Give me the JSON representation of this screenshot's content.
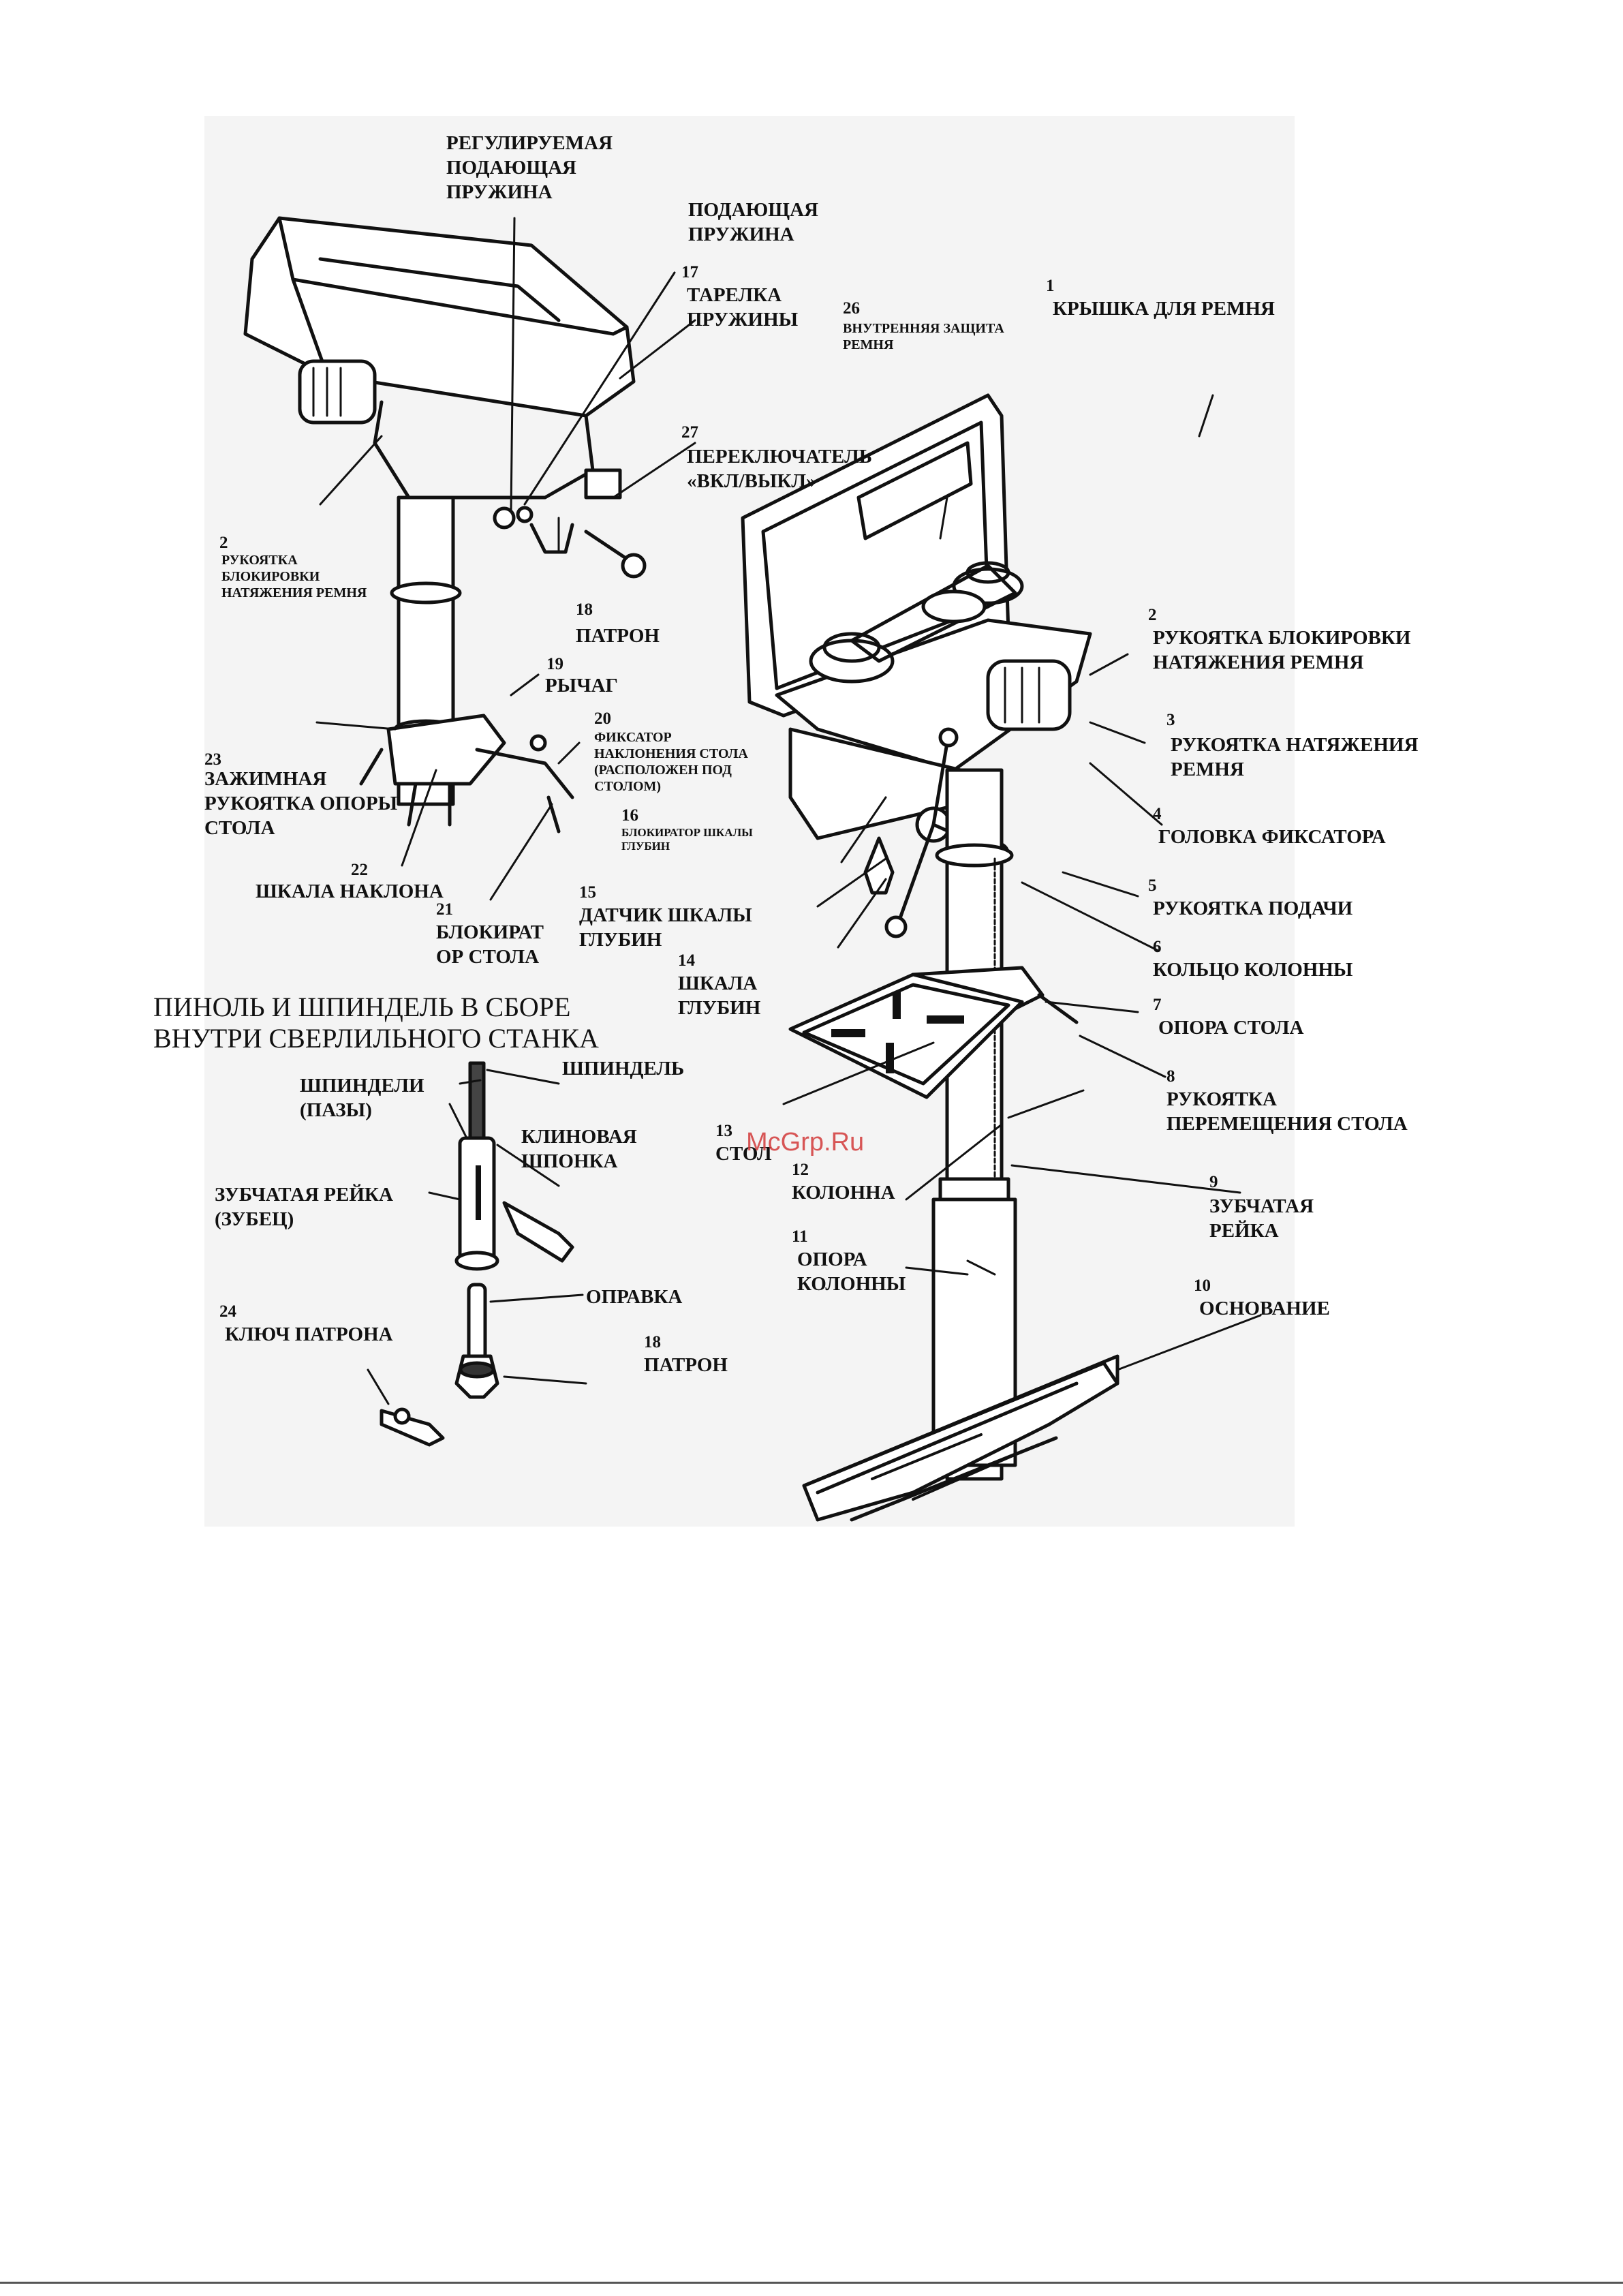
{
  "watermark": "McGrp.Ru",
  "subassembly_title": "ПИНОЛЬ И ШПИНДЕЛЬ В СБОРЕ\nВНУТРИ СВЕРЛИЛЬНОГО СТАНКА",
  "labels": {
    "adjustable_feed_spring": "РЕГУЛИРУЕМАЯ\nПОДАЮЩАЯ\nПРУЖИНА",
    "feed_spring": "ПОДАЮЩАЯ\nПРУЖИНА",
    "spring_cap_num": "17",
    "spring_cap": "ТАРЕЛКА\nПРУЖИНЫ",
    "switch_num": "27",
    "switch": "ПЕРЕКЛЮЧАТЕЛЬ\n«ВКЛ/ВЫКЛ»",
    "belt_lock_left_num": "2",
    "belt_lock_left": "РУКОЯТКА\nБЛОКИРОВКИ\nНАТЯЖЕНИЯ РЕМНЯ",
    "chuck_top_num": "18",
    "chuck_top": "ПАТРОН",
    "lever_num": "19",
    "lever": "РЫЧАГ",
    "tilt_lock_num": "20",
    "tilt_lock": "ФИКСАТОР\nНАКЛОНЕНИЯ СТОЛА\n(РАСПОЛОЖЕН ПОД\nСТОЛОМ)",
    "clamp_handle_num": "23",
    "clamp_handle": "ЗАЖИМНАЯ\nРУКОЯТКА ОПОРЫ\nСТОЛА",
    "tilt_scale_num": "22",
    "tilt_scale": "ШКАЛА НАКЛОНА",
    "table_lock_num": "21",
    "table_lock": "БЛОКИРАТ\nОР СТОЛА",
    "depth_lock_num": "16",
    "depth_lock": "БЛОКИРАТОР ШКАЛЫ\nГЛУБИН",
    "depth_sensor_num": "15",
    "depth_sensor": "ДАТЧИК ШКАЛЫ\nГЛУБИН",
    "depth_scale_num": "14",
    "depth_scale": "ШКАЛА\nГЛУБИН",
    "inner_guard_num": "26",
    "inner_guard": "ВНУТРЕННЯЯ ЗАЩИТА\nРЕМНЯ",
    "belt_cover_num": "1",
    "belt_cover": "КРЫШКА ДЛЯ РЕМНЯ",
    "belt_lock_right_num": "2",
    "belt_lock_right": "РУКОЯТКА БЛОКИРОВКИ\nНАТЯЖЕНИЯ РЕМНЯ",
    "belt_tension_num": "3",
    "belt_tension": "РУКОЯТКА НАТЯЖЕНИЯ\nРЕМНЯ",
    "lock_head_num": "4",
    "lock_head": "ГОЛОВКА ФИКСАТОРА",
    "feed_handle_num": "5",
    "feed_handle": "РУКОЯТКА ПОДАЧИ",
    "column_ring_num": "6",
    "column_ring": "КОЛЬЦО КОЛОННЫ",
    "table_support_num": "7",
    "table_support": "ОПОРА СТОЛА",
    "table_move_num": "8",
    "table_move": "РУКОЯТКА\nПЕРЕМЕЩЕНИЯ СТОЛА",
    "rack_num": "9",
    "rack": "ЗУБЧАТАЯ\nРЕЙКА",
    "base_num": "10",
    "base": "ОСНОВАНИЕ",
    "column_support_num": "11",
    "column_support": "ОПОРА\nКОЛОННЫ",
    "column_num": "12",
    "column": "КОЛОННА",
    "table_num": "13",
    "table": "СТОЛ",
    "spindle_slots": "ШПИНДЕЛИ\n(ПАЗЫ)",
    "spindle": "ШПИНДЕЛЬ",
    "key": "КЛИНОВАЯ\nШПОНКА",
    "rack_teeth": "ЗУБЧАТАЯ РЕЙКА\n(ЗУБЕЦ)",
    "arbor": "ОПРАВКА",
    "chuck_key_num": "24",
    "chuck_key": "КЛЮЧ ПАТРОНА",
    "chuck_bottom_num": "18",
    "chuck_bottom": "ПАТРОН"
  },
  "icons": {
    "left_machine": "drill-press-head-side-view",
    "right_machine": "drill-press-full-view",
    "subassembly": "quill-spindle-exploded-view"
  }
}
